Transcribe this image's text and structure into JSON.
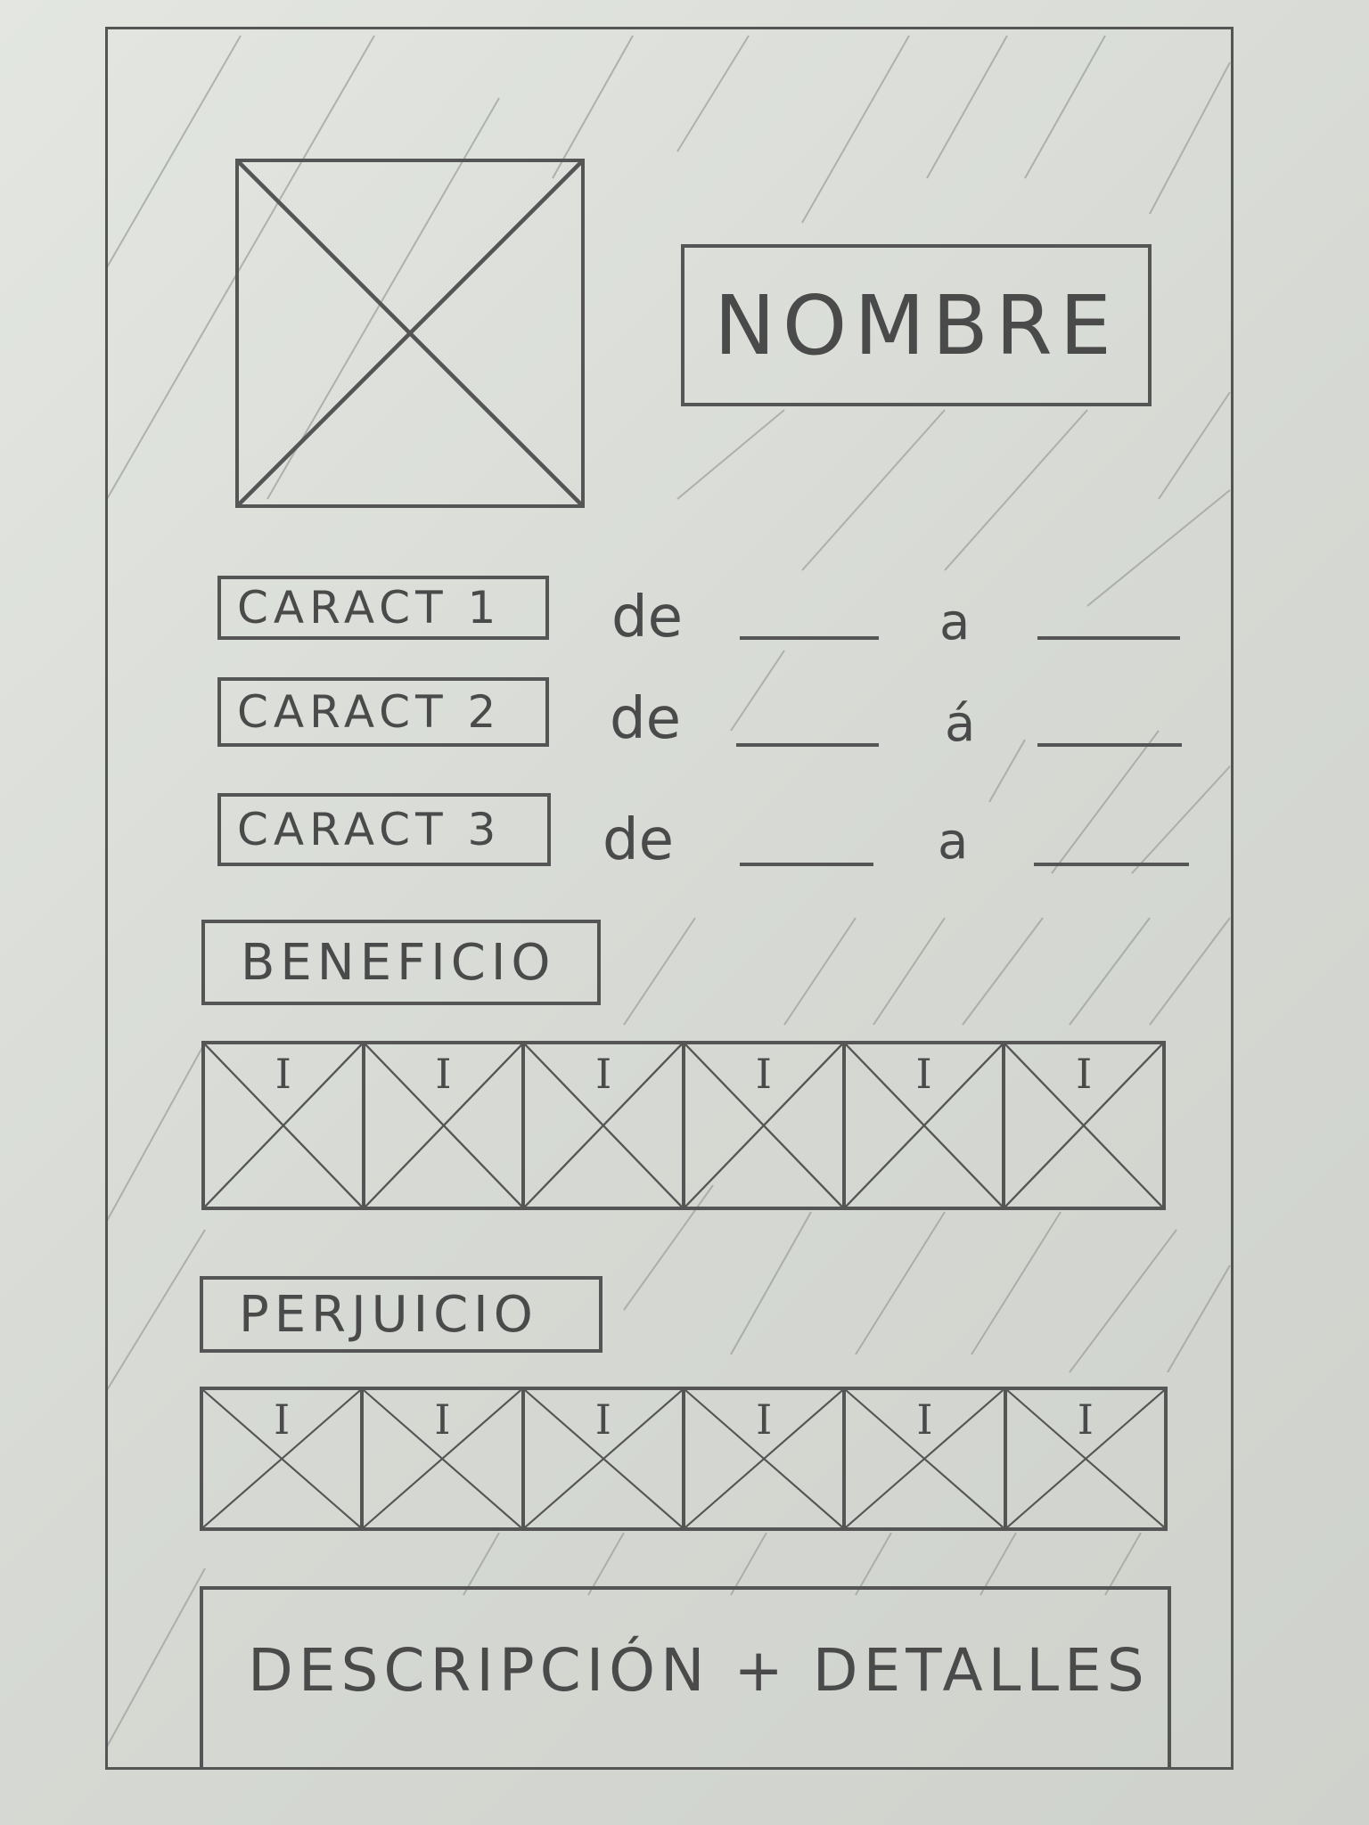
{
  "header": {
    "name_label": "NOMBRE"
  },
  "characteristics": [
    {
      "label": "CARACT 1",
      "from": "de",
      "to": "a"
    },
    {
      "label": "CARACT 2",
      "from": "de",
      "to": "á"
    },
    {
      "label": "CARACT 3",
      "from": "de",
      "to": "a"
    }
  ],
  "benefit": {
    "label": "BENEFICIO",
    "tiles": [
      "I",
      "I",
      "I",
      "I",
      "I",
      "I"
    ]
  },
  "harm": {
    "label": "PERJUICIO",
    "tiles": [
      "I",
      "I",
      "I",
      "I",
      "I",
      "I"
    ]
  },
  "description": {
    "label": "DESCRIPCIÓN + DETALLES"
  },
  "icons": {
    "image_placeholder": "image-placeholder-icon",
    "tile_placeholder": "tile-placeholder-icon"
  },
  "colors": {
    "paper": "#d9dcd6",
    "ink": "#555555"
  }
}
